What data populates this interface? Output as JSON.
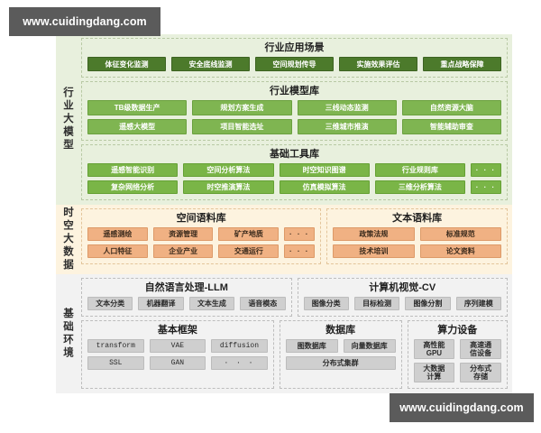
{
  "watermarks": {
    "top": "www.cuidingdang.com",
    "bottom": "www.cuidingdang.com"
  },
  "bands": {
    "model": {
      "side_label": "行业大模型",
      "groups": {
        "scenarios": {
          "title": "行业应用场景",
          "rows": [
            [
              "体征变化监测",
              "安全底线监测",
              "空间规划传导",
              "实施效果评估",
              "重点战略保障"
            ]
          ]
        },
        "model_library": {
          "title": "行业模型库",
          "rows": [
            [
              "TB级数据生产",
              "规划方案生成",
              "三线动态监测",
              "自然资源大脑"
            ],
            [
              "遥感大模型",
              "项目智能选址",
              "三维城市推演",
              "智能辅助审查"
            ]
          ]
        },
        "tool_library": {
          "title": "基础工具库",
          "rows": [
            [
              "遥感智能识别",
              "空间分析算法",
              "时空知识图谱",
              "行业规则库",
              "· · ·"
            ],
            [
              "复杂网络分析",
              "时空推演算法",
              "仿真模拟算法",
              "三维分析算法",
              "· · ·"
            ]
          ]
        }
      }
    },
    "data": {
      "side_label": "时空大数据",
      "groups": {
        "spatial_corpus": {
          "title": "空间语料库",
          "rows": [
            [
              "遥感测绘",
              "资源管理",
              "矿产地质",
              "· · ·"
            ],
            [
              "人口特征",
              "企业产业",
              "交通运行",
              "· · ·"
            ]
          ]
        },
        "text_corpus": {
          "title": "文本语料库",
          "rows": [
            [
              "政策法规",
              "标准规范"
            ],
            [
              "技术培训",
              "论文资料"
            ]
          ]
        }
      }
    },
    "base": {
      "side_label": "基础环境",
      "groups": {
        "nlp": {
          "title": "自然语言处理-LLM",
          "rows": [
            [
              "文本分类",
              "机器翻译",
              "文本生成",
              "语音模态"
            ]
          ]
        },
        "cv": {
          "title": "计算机视觉-CV",
          "rows": [
            [
              "图像分类",
              "目标检测",
              "图像分割",
              "序列建模"
            ]
          ]
        },
        "framework": {
          "title": "基本框架",
          "rows": [
            [
              "transform",
              "VAE",
              "diffusion"
            ],
            [
              "SSL",
              "GAN",
              "· · ·"
            ]
          ]
        },
        "database": {
          "title": "数据库",
          "rows": [
            [
              "图数据库",
              "向量数据库"
            ],
            [
              "分布式集群"
            ]
          ]
        },
        "compute": {
          "title": "算力设备",
          "rows": [
            [
              "高性能\nGPU",
              "高速通\n信设备"
            ],
            [
              "大数据\n计算",
              "分布式\n存储"
            ]
          ]
        }
      }
    }
  },
  "colors": {
    "band_model_bg": "#e8f0dd",
    "band_data_bg": "#fdf3df",
    "band_base_bg": "#f2f2f2",
    "chip_scenario": "#4c7a2b",
    "chip_model": "#7fb551",
    "chip_tool": "#7ab547",
    "chip_corpus": "#f0b183",
    "chip_base": "#cfcfcf",
    "watermark_bg": "#5b5b5b"
  }
}
